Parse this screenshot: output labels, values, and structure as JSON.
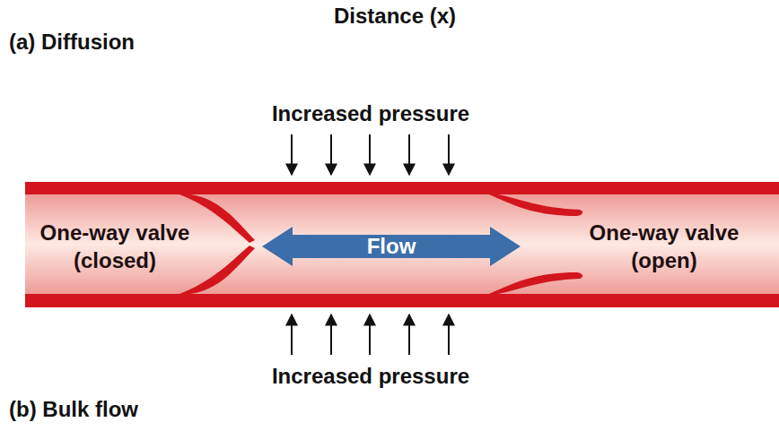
{
  "diagram": {
    "nodes": [
      {
        "text": [
          "One-way valve (closed)",
          "One-way valve (open)"
        ]
      },
      {
        "text": [
          "Flow"
        ],
        "in": 0
      }
    ],
    "labels": [
      "Distance (x)",
      "(a) Diffusion",
      "Increased pressure",
      "Increased pressure",
      "(b) Bulk flow"
    ]
  }
}
